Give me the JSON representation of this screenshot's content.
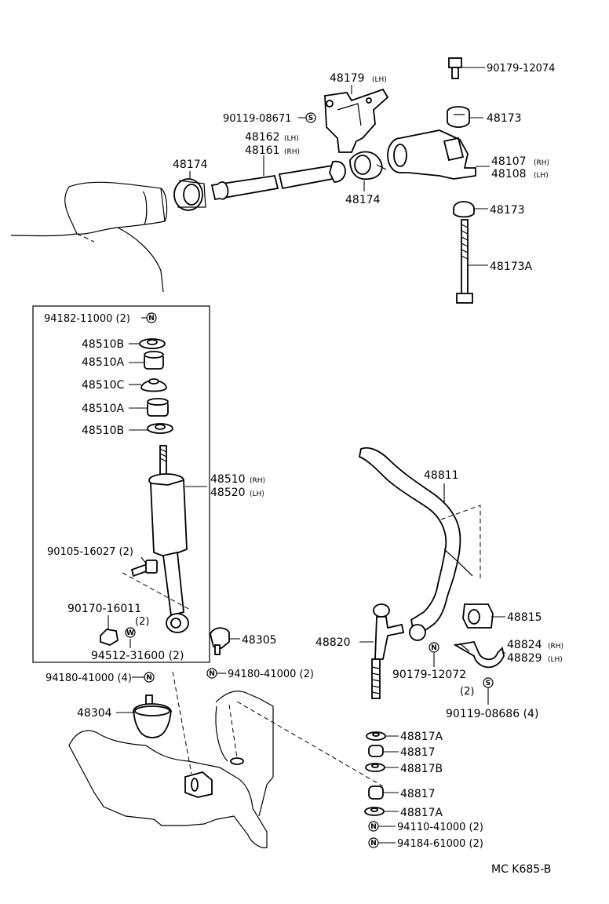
{
  "labels": {
    "p90179_12074": "90179-12074",
    "p48179": "48179",
    "p48179_side": "(LH)",
    "p48173_top": "48173",
    "p90119_08671": "90119-08671",
    "p48162": "48162",
    "p48162_side": "(LH)",
    "p48161": "48161",
    "p48161_side": "(RH)",
    "p48174_left": "48174",
    "p48174_right": "48174",
    "p48107": "48107",
    "p48107_side": "(RH)",
    "p48108": "48108",
    "p48108_side": "(LH)",
    "p48173_mid": "48173",
    "p48173A": "48173A",
    "p94182_11000": "94182-11000 (2)",
    "p48510B_1": "48510B",
    "p48510A_1": "48510A",
    "p48510C": "48510C",
    "p48510A_2": "48510A",
    "p48510B_2": "48510B",
    "p48510": "48510",
    "p48510_side": "(RH)",
    "p48520": "48520",
    "p48520_side": "(LH)",
    "p90105_16027": "90105-16027 (2)",
    "p90170_16011": "90170-16011",
    "p90170_qty": "(2)",
    "p94512_31600": "94512-31600 (2)",
    "p48305": "48305",
    "p94180_41000_left": "94180-41000 (4)",
    "p94180_41000_right": "94180-41000 (2)",
    "p48304": "48304",
    "p48811": "48811",
    "p48815": "48815",
    "p48820": "48820",
    "p48824": "48824",
    "p48824_side": "(RH)",
    "p48829": "48829",
    "p48829_side": "(LH)",
    "p90179_12072": "90179-12072",
    "p90179_12072_qty": "(2)",
    "p90119_08686": "90119-08686 (4)",
    "p48817A_1": "48817A",
    "p48817_1": "48817",
    "p48817B": "48817B",
    "p48817_2": "48817",
    "p48817A_2": "48817A",
    "p94110_41000": "94110-41000 (2)",
    "p94184_61000": "94184-61000 (2)",
    "code": "MC K685-B"
  },
  "circle_marks": {
    "s": "S",
    "n": "N",
    "w": "W"
  },
  "icons": [
    "shock-absorber-icon",
    "stabilizer-bar-icon",
    "torsion-bar-icon",
    "bolt-icon",
    "nut-icon",
    "bushing-icon",
    "cushion-icon",
    "bracket-icon"
  ]
}
